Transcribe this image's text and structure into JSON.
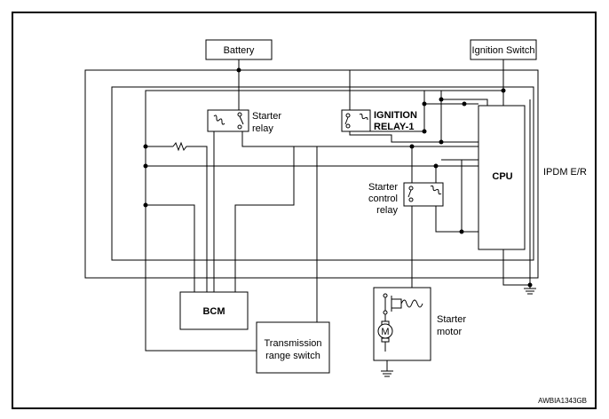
{
  "labels": {
    "battery": "Battery",
    "ignition_switch": "Ignition Switch",
    "starter_relay_1": "Starter",
    "starter_relay_2": "relay",
    "ignition_relay_1": "IGNITION",
    "ignition_relay_2": "RELAY-1",
    "starter_control_1": "Starter",
    "starter_control_2": "control",
    "starter_control_3": "relay",
    "cpu": "CPU",
    "ipdm": "IPDM E/R",
    "bcm": "BCM",
    "trs_1": "Transmission",
    "trs_2": "range switch",
    "starter_motor_1": "Starter",
    "starter_motor_2": "motor",
    "motor_symbol": "M",
    "figure_code": "AWBIA1343GB"
  }
}
